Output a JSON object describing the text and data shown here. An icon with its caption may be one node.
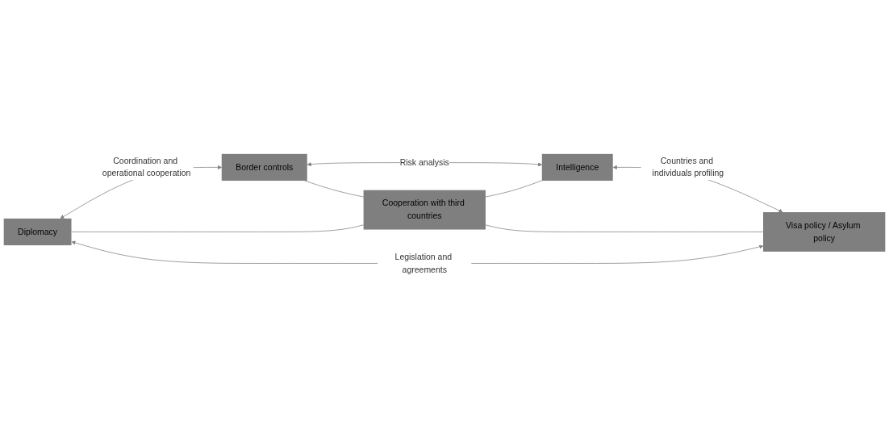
{
  "diagram": {
    "nodes": [
      {
        "text": [
          "Border controls"
        ]
      },
      {
        "text": [
          "Diplomacy"
        ]
      },
      {
        "text": [
          "Cooperation with third countries"
        ]
      },
      {
        "text": [
          "Intelligence"
        ]
      },
      {
        "text": [
          "Visa policy / Asylum policy"
        ]
      }
    ],
    "edges": [
      {
        "from": 1,
        "to": 0,
        "arrow": "both",
        "label": "Coordination and operational cooperation"
      },
      {
        "from": 0,
        "to": 3,
        "arrow": "both",
        "label": "Risk analysis"
      },
      {
        "from": 0,
        "to": 2,
        "arrow": "none"
      },
      {
        "from": 1,
        "to": 2,
        "arrow": "none"
      },
      {
        "from": 2,
        "to": 3,
        "arrow": "none"
      },
      {
        "from": 2,
        "to": 4,
        "arrow": "none"
      },
      {
        "from": 1,
        "to": 4,
        "arrow": "both",
        "label": "Legislation and agreements"
      },
      {
        "from": 3,
        "to": 4,
        "arrow": "both",
        "label": "Countries and individuals profiling"
      }
    ]
  }
}
